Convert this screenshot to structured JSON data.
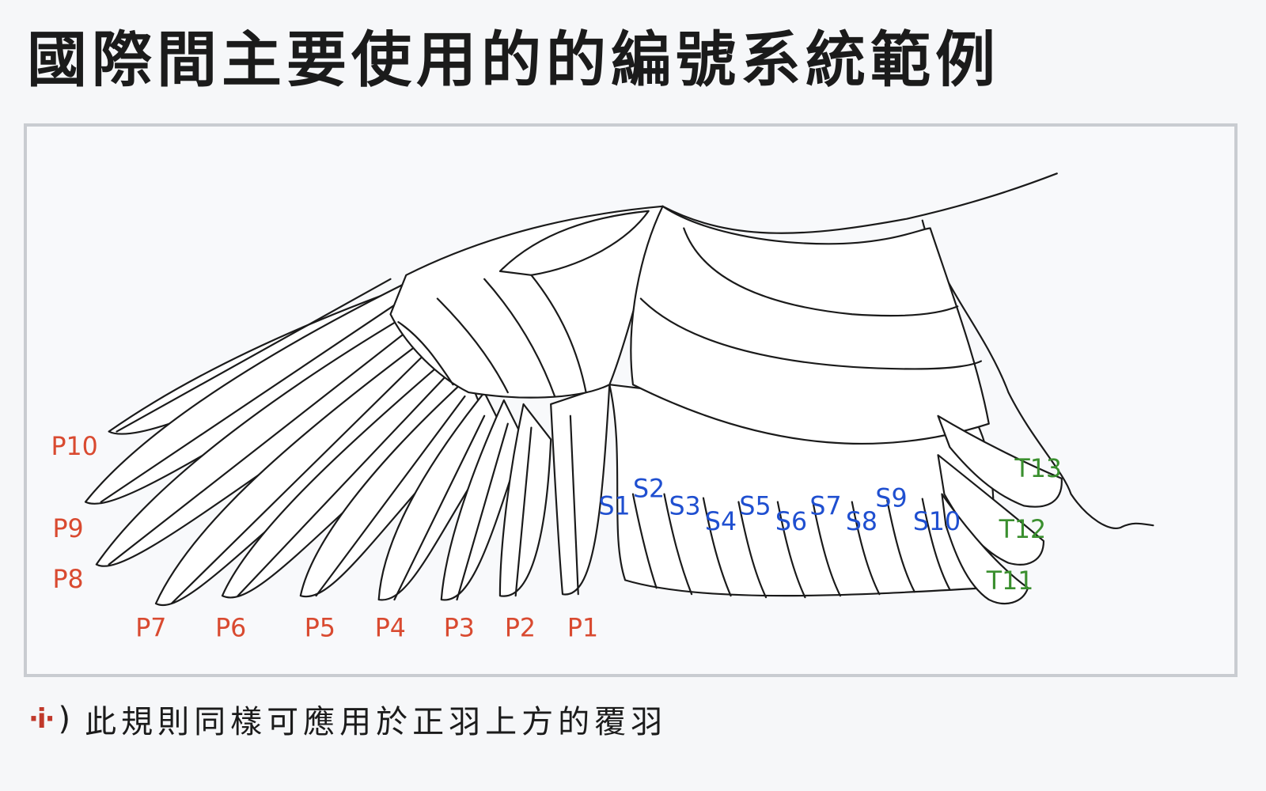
{
  "title": "國際間主要使用的的編號系統範例",
  "colors": {
    "primary_label": "#d94a30",
    "secondary_label": "#1f4fd0",
    "tertial_label": "#3a8f2e",
    "frame_border": "#c9ccd1"
  },
  "diagram": {
    "primary_labels": [
      "P10",
      "P9",
      "P8",
      "P7",
      "P6",
      "P5",
      "P4",
      "P3",
      "P2",
      "P1"
    ],
    "secondary_labels": [
      "S1",
      "S2",
      "S3",
      "S4",
      "S5",
      "S6",
      "S7",
      "S8",
      "S9",
      "S10"
    ],
    "tertial_labels": [
      "T13",
      "T12",
      "T11"
    ]
  },
  "caption": {
    "icon": "info-icon",
    "icon_glyph": "·i·",
    "paren": ")",
    "text": "此規則同樣可應用於正羽上方的覆羽"
  }
}
